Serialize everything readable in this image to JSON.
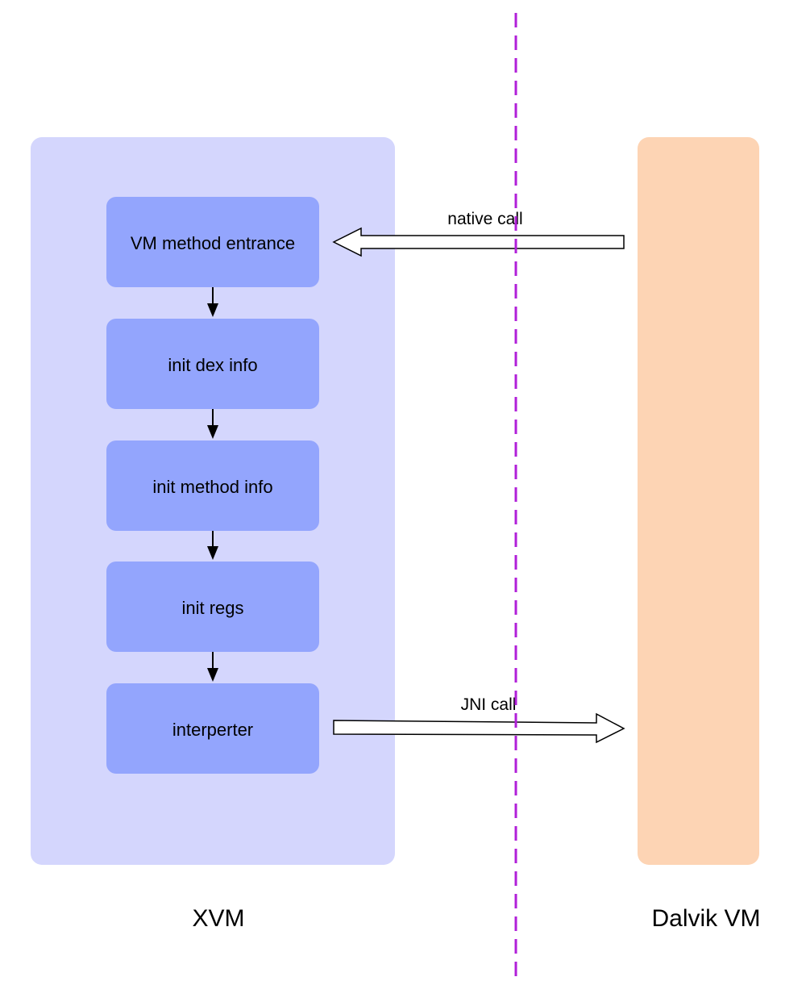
{
  "diagram": {
    "xvm": {
      "label": "XVM",
      "color": "#d4d6fd"
    },
    "dalvik": {
      "label": "Dalvik VM",
      "color": "#fdd4b4"
    },
    "steps": [
      {
        "label": "VM method entrance"
      },
      {
        "label": "init dex info"
      },
      {
        "label": "init method info"
      },
      {
        "label": "init regs"
      },
      {
        "label": "interperter"
      }
    ],
    "step_color": "#93a5fd",
    "native_call": {
      "label": "native call"
    },
    "jni_call": {
      "label": "JNI call"
    },
    "divider_color": "#b01fd8"
  }
}
